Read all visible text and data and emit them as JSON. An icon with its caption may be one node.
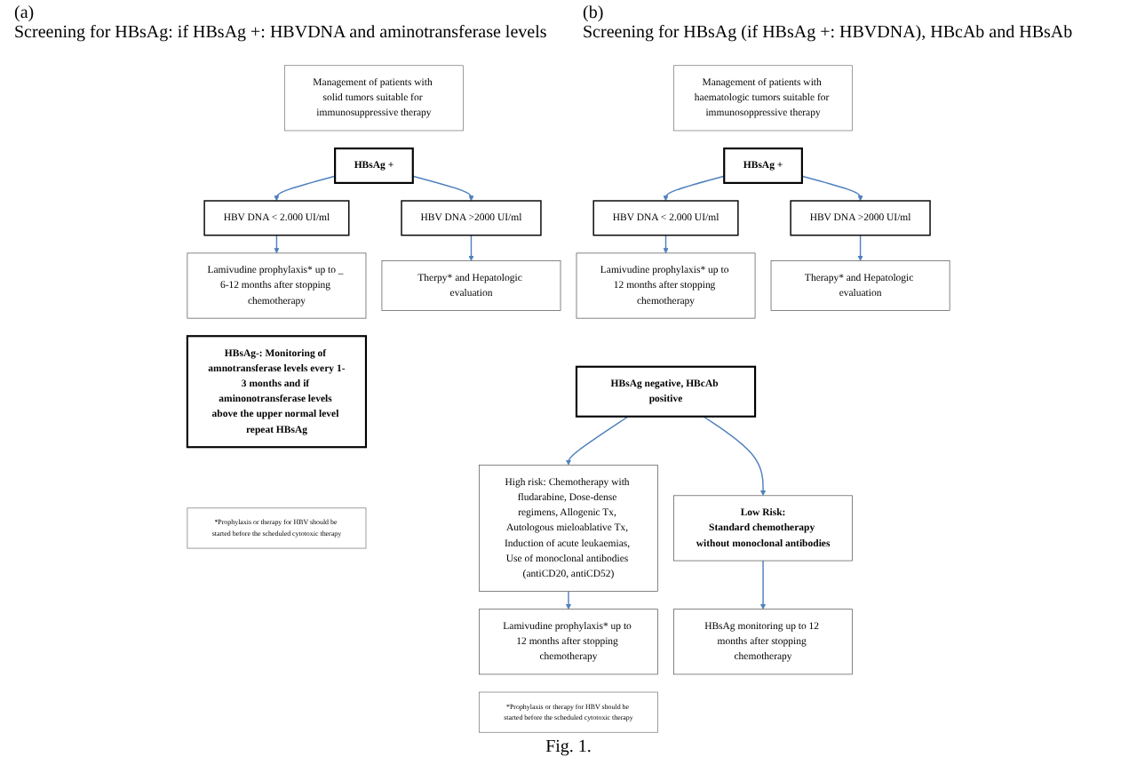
{
  "diagram": {
    "caption": "Fig. 1.",
    "nodes": [
      {
        "text": [
          "Management of patients with solid tumors suitable for immunosuppressive therapy"
        ]
      },
      {
        "text": [
          "HBsAg +"
        ]
      },
      {
        "text": [
          "HBV DNA < 2.000 UI/ml"
        ]
      },
      {
        "text": [
          "HBV DNA >2000 UI/ml"
        ]
      },
      {
        "text": [
          "Lamivudine prophylaxis* up to _ 6-12 months after stopping chemotherapy"
        ]
      },
      {
        "text": [
          "Therpy* and Hepatologic evaluation"
        ]
      },
      {
        "text": [
          "HBsAg-: Monitoring of amnotransferase levels every 1-3 months and if aminonotransferase levels above the upper normal level repeat HBsAg"
        ]
      },
      {
        "text": [
          "*Prophylaxis or therapy for HBV should be started before the scheduled cytotoxic therapy"
        ]
      },
      {
        "text": [
          "Management of patients with haematologic tumors suitable for immunosoppressive therapy"
        ]
      },
      {
        "text": [
          "HBsAg +"
        ]
      },
      {
        "text": [
          "HBV DNA < 2.000 UI/ml"
        ]
      },
      {
        "text": [
          "HBV DNA >2000 UI/ml"
        ]
      },
      {
        "text": [
          "Lamivudine prophylaxis* up to 12 months after stopping chemotherapy"
        ]
      },
      {
        "text": [
          "Therapy* and Hepatologic evaluation"
        ]
      },
      {
        "text": [
          "HBsAg negative, HBcAb positive"
        ]
      },
      {
        "text": [
          "High risk: Chemotherapy with fludarabine, Dose-dense regimens, Allogenic Tx, Autologous mieloablative Tx, Induction of acute leukaemias, Use of monoclonal antibodies (antiCD20, antiCD52)"
        ]
      },
      {
        "text": [
          "Low Risk:",
          "Standard chemotherapy without monoclonal antibodies"
        ]
      },
      {
        "text": [
          "Lamivudine prophylaxis* up to 12 months after stopping chemotherapy"
        ]
      },
      {
        "text": [
          "HBsAg monitoring up to 12 months after stopping chemotherapy"
        ]
      },
      {
        "text": [
          "*Prophylaxis or therapy for HBV should be started before the scheduled cytotoxic therapy"
        ]
      }
    ],
    "edges": [
      {
        "from": 1,
        "to": 2,
        "arrow": "to"
      },
      {
        "from": 1,
        "to": 3,
        "arrow": "to"
      },
      {
        "from": 2,
        "to": 4,
        "arrow": "to"
      },
      {
        "from": 3,
        "to": 5,
        "arrow": "to"
      },
      {
        "from": 9,
        "to": 10,
        "arrow": "to"
      },
      {
        "from": 9,
        "to": 11,
        "arrow": "to"
      },
      {
        "from": 10,
        "to": 12,
        "arrow": "to"
      },
      {
        "from": 11,
        "to": 13,
        "arrow": "to"
      },
      {
        "from": 14,
        "to": 15,
        "arrow": "to"
      },
      {
        "from": 14,
        "to": 16,
        "arrow": "to"
      },
      {
        "from": 15,
        "to": 17,
        "arrow": "to"
      },
      {
        "from": 16,
        "to": 18,
        "arrow": "to"
      }
    ],
    "labels": [
      "(a)",
      "Screening for HBsAg: if HBsAg +: HBVDNA and aminotransferase levels",
      "(b)",
      "Screening for HBsAg (if HBsAg +: HBVDNA), HBcAb and HBsAb"
    ]
  }
}
